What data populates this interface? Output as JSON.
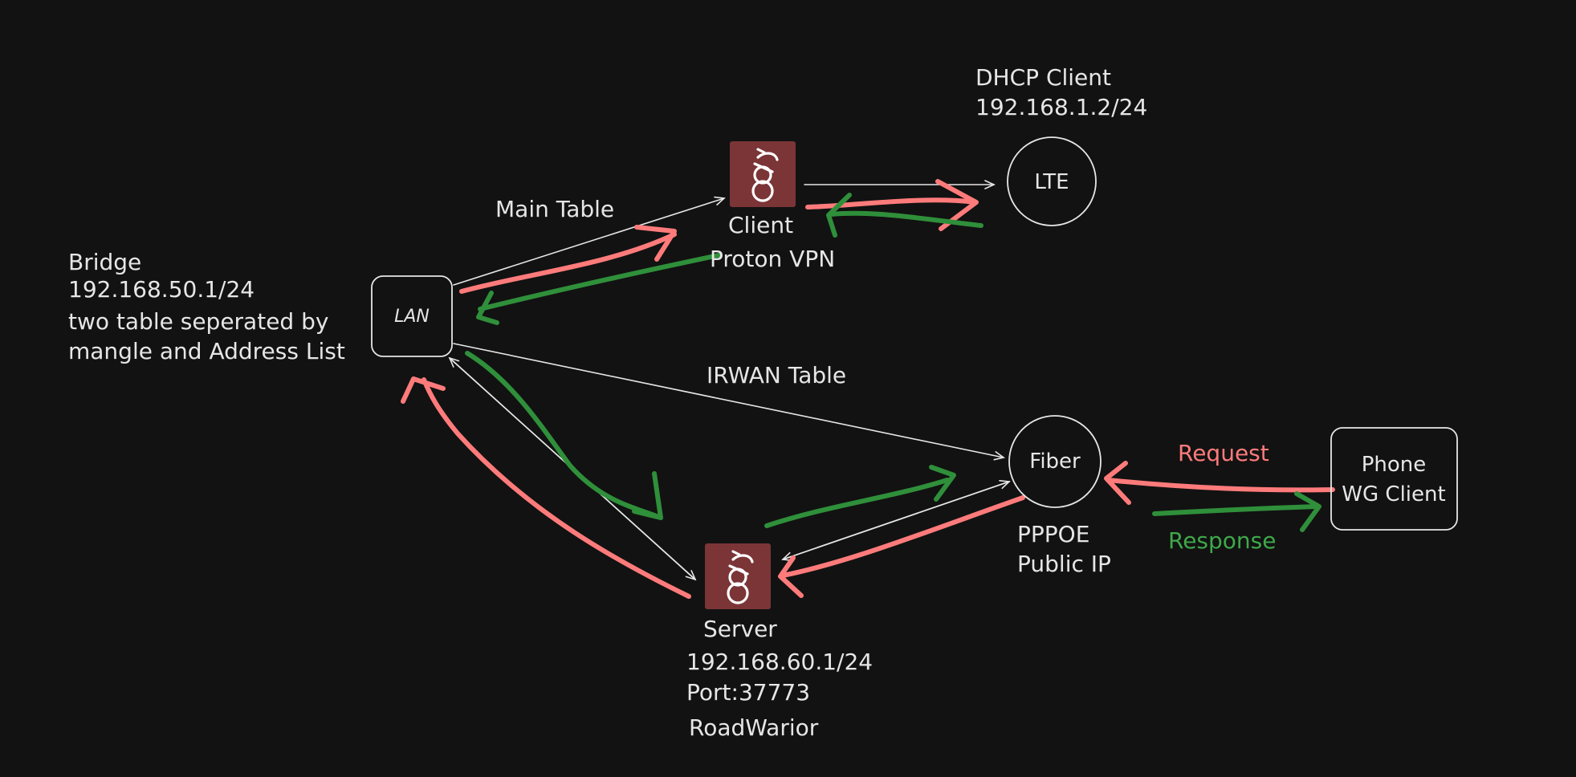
{
  "bridge": {
    "title": "Bridge",
    "ip": "192.168.50.1/24",
    "note_line1": "two table seperated by",
    "note_line2": "mangle and Address List"
  },
  "lan": {
    "label": "LAN"
  },
  "client": {
    "label": "Client",
    "sublabel": "Proton VPN",
    "icon": "wireguard-icon"
  },
  "lte": {
    "label": "LTE",
    "title": "DHCP Client",
    "ip": "192.168.1.2/24"
  },
  "fiber": {
    "label": "Fiber",
    "line1": "PPPOE",
    "line2": "Public IP"
  },
  "server": {
    "label": "Server",
    "ip": "192.168.60.1/24",
    "port": "Port:37773",
    "role": "RoadWarior",
    "icon": "wireguard-icon"
  },
  "phone": {
    "line1": "Phone",
    "line2": "WG Client"
  },
  "edges": {
    "main_table": "Main Table",
    "irwan_table": "IRWAN Table",
    "request": "Request",
    "response": "Response"
  },
  "colors": {
    "background": "#121212",
    "request": "#ff7b7b",
    "response": "#2f8f3a",
    "wireguard": "#7b3537",
    "line": "#e6e6e6"
  }
}
